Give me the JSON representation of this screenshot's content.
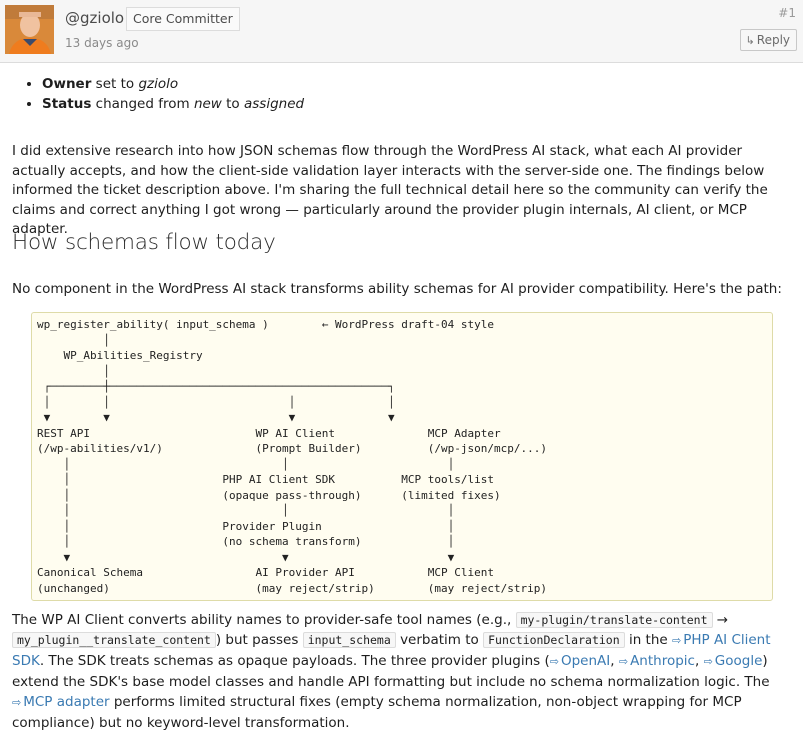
{
  "header": {
    "username": "@gziolo",
    "role": "Core Committer",
    "timestamp": "13 days ago",
    "comment_number": "#1",
    "reply_label": "Reply"
  },
  "changes": [
    {
      "field": "Owner",
      "text_before": " set to ",
      "value": "gziolo",
      "text_mid": "",
      "value2": ""
    },
    {
      "field": "Status",
      "text_before": " changed from ",
      "value": "new",
      "text_mid": " to ",
      "value2": "assigned"
    }
  ],
  "para1": "I did extensive research into how JSON schemas flow through the WordPress AI stack, what each AI provider actually accepts, and how the client-side validation layer interacts with the server-side one. The findings below informed the ticket description above. I'm sharing the full technical detail here so the community can verify the claims and correct anything I got wrong — particularly around the provider plugin internals, AI client, or MCP adapter.",
  "heading": "How schemas flow today",
  "para2": "No component in the WordPress AI stack transforms ability schemas for AI provider compatibility. Here's the path:",
  "diagram": "wp_register_ability( input_schema )        ← WordPress draft-04 style\n          │\n    WP_Abilities_Registry\n          │\n ┌────────┼──────────────────────────────────────────┐\n │        │                           │              │\n ▼        ▼                           ▼              ▼\nREST API                         WP AI Client              MCP Adapter\n(/wp-abilities/v1/)              (Prompt Builder)          (/wp-json/mcp/...)\n    │                                │                        │\n    │                       PHP AI Client SDK          MCP tools/list\n    │                       (opaque pass-through)      (limited fixes)\n    │                                │                        │\n    │                       Provider Plugin                   │\n    │                       (no schema transform)             │\n    ▼                                ▼                        ▼\nCanonical Schema                 AI Provider API           MCP Client\n(unchanged)                      (may reject/strip)        (may reject/strip)",
  "para3": {
    "t1": "The WP AI Client converts ability names to provider-safe tool names (e.g., ",
    "c1": "my-plugin/translate-content",
    "t2": " → ",
    "c2": "my_plugin__translate_content",
    "t3": ") but passes ",
    "c3": "input_schema",
    "t4": " verbatim to ",
    "c4": "FunctionDeclaration",
    "t5": " in the ",
    "l1": "PHP AI Client SDK",
    "t6": ". The SDK treats schemas as opaque payloads. The three provider plugins (",
    "l2": "OpenAI",
    "t7": ", ",
    "l3": "Anthropic",
    "t8": ", ",
    "l4": "Google",
    "t9": ") extend the SDK's base model classes and handle API formatting but include no schema normalization logic. The ",
    "l5": "MCP adapter",
    "t10": " performs limited structural fixes (empty schema normalization, non-object wrapping for MCP compliance) but no keyword-level transformation."
  }
}
